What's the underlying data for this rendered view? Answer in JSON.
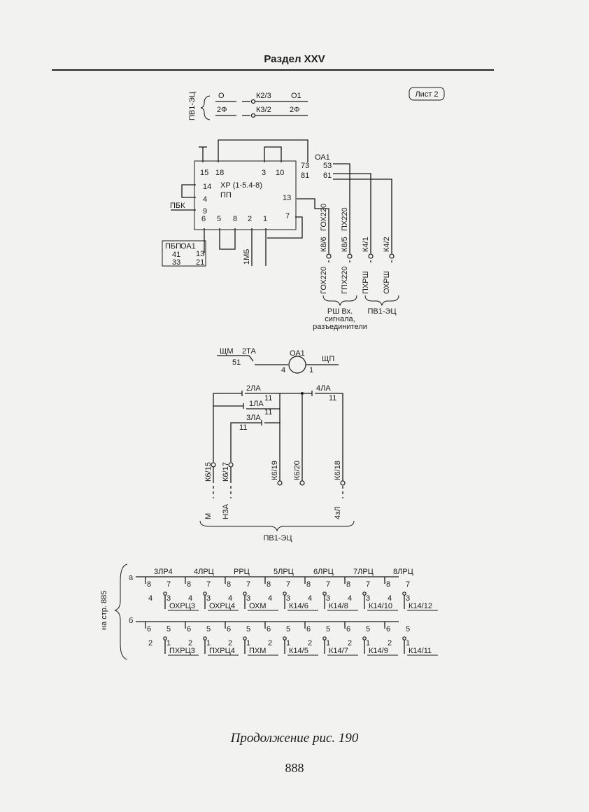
{
  "header": {
    "section_title": "Раздел XXV"
  },
  "sheet_label": "Лист 2",
  "fig1": {
    "group_label": "ПВ1-ЭЦ",
    "row1": [
      "О",
      "К2/3",
      "О1"
    ],
    "row2": [
      "2Ф",
      "К3/2",
      "2Ф"
    ]
  },
  "fig2": {
    "relay_name": "ХР (1-5.4-8)",
    "relay_sub": "ПП",
    "pins": [
      "15",
      "18",
      "3",
      "10",
      "14",
      "4",
      "9",
      "6",
      "5",
      "8",
      "2",
      "1",
      "13",
      "7"
    ],
    "oa1_label": "ОА1",
    "oa1_pins": [
      "73",
      "53",
      "81",
      "61"
    ],
    "pbk": "ПБК",
    "pbp_box": [
      "ПБП",
      "ОА1",
      "41",
      "33",
      "13",
      "21"
    ],
    "mb": "1МБ",
    "terms": [
      "К8/6",
      "К8/5",
      "К4/1",
      "К4/2"
    ],
    "terms_top": [
      "ГОХ220",
      "ПХ220"
    ],
    "ext": [
      "ГОХ220",
      "ГПХ220",
      "ПХРШ",
      "ОХРШ"
    ],
    "group1": [
      "РШ Вх.",
      "сигнала,",
      "разъединители"
    ],
    "group2": "ПВ1-ЭЦ"
  },
  "fig3": {
    "labels": [
      "ЩМ",
      "2ТА",
      "51",
      "ОА1",
      "4",
      "1",
      "ЩП"
    ]
  },
  "fig4": {
    "relays": [
      "2ЛА",
      "11",
      "1ЛА",
      "11",
      "3ЛА",
      "11",
      "4ЛА",
      "11"
    ],
    "terms": [
      "К6/15",
      "К6/17",
      "К6/19",
      "К6/20",
      "К6/18"
    ],
    "ext": [
      "М",
      "НЗА",
      "4зЛ"
    ],
    "group": "ПВ1-ЭЦ"
  },
  "fig5": {
    "side_label": "на стр. 885",
    "row_a": "а",
    "row_b": "б",
    "relays_top": [
      "3ЛР4",
      "4ЛРЦ",
      "РРЦ",
      "5ЛРЦ",
      "6ЛРЦ",
      "7ЛРЦ",
      "8ЛРЦ"
    ],
    "out_a": [
      "ОХРЦ3",
      "ОХРЦ4",
      "ОХМ",
      "К14/6",
      "К14/8",
      "К14/10",
      "К14/12"
    ],
    "out_b": [
      "ПХРЦ3",
      "ПХРЦ4",
      "ПХМ",
      "К14/5",
      "К14/7",
      "К14/9",
      "К14/11"
    ],
    "pins_a": [
      "8",
      "7",
      "4",
      "3"
    ],
    "pins_b": [
      "6",
      "5",
      "2",
      "1"
    ]
  },
  "caption": "Продолжение рис. 190",
  "page_number": "888"
}
